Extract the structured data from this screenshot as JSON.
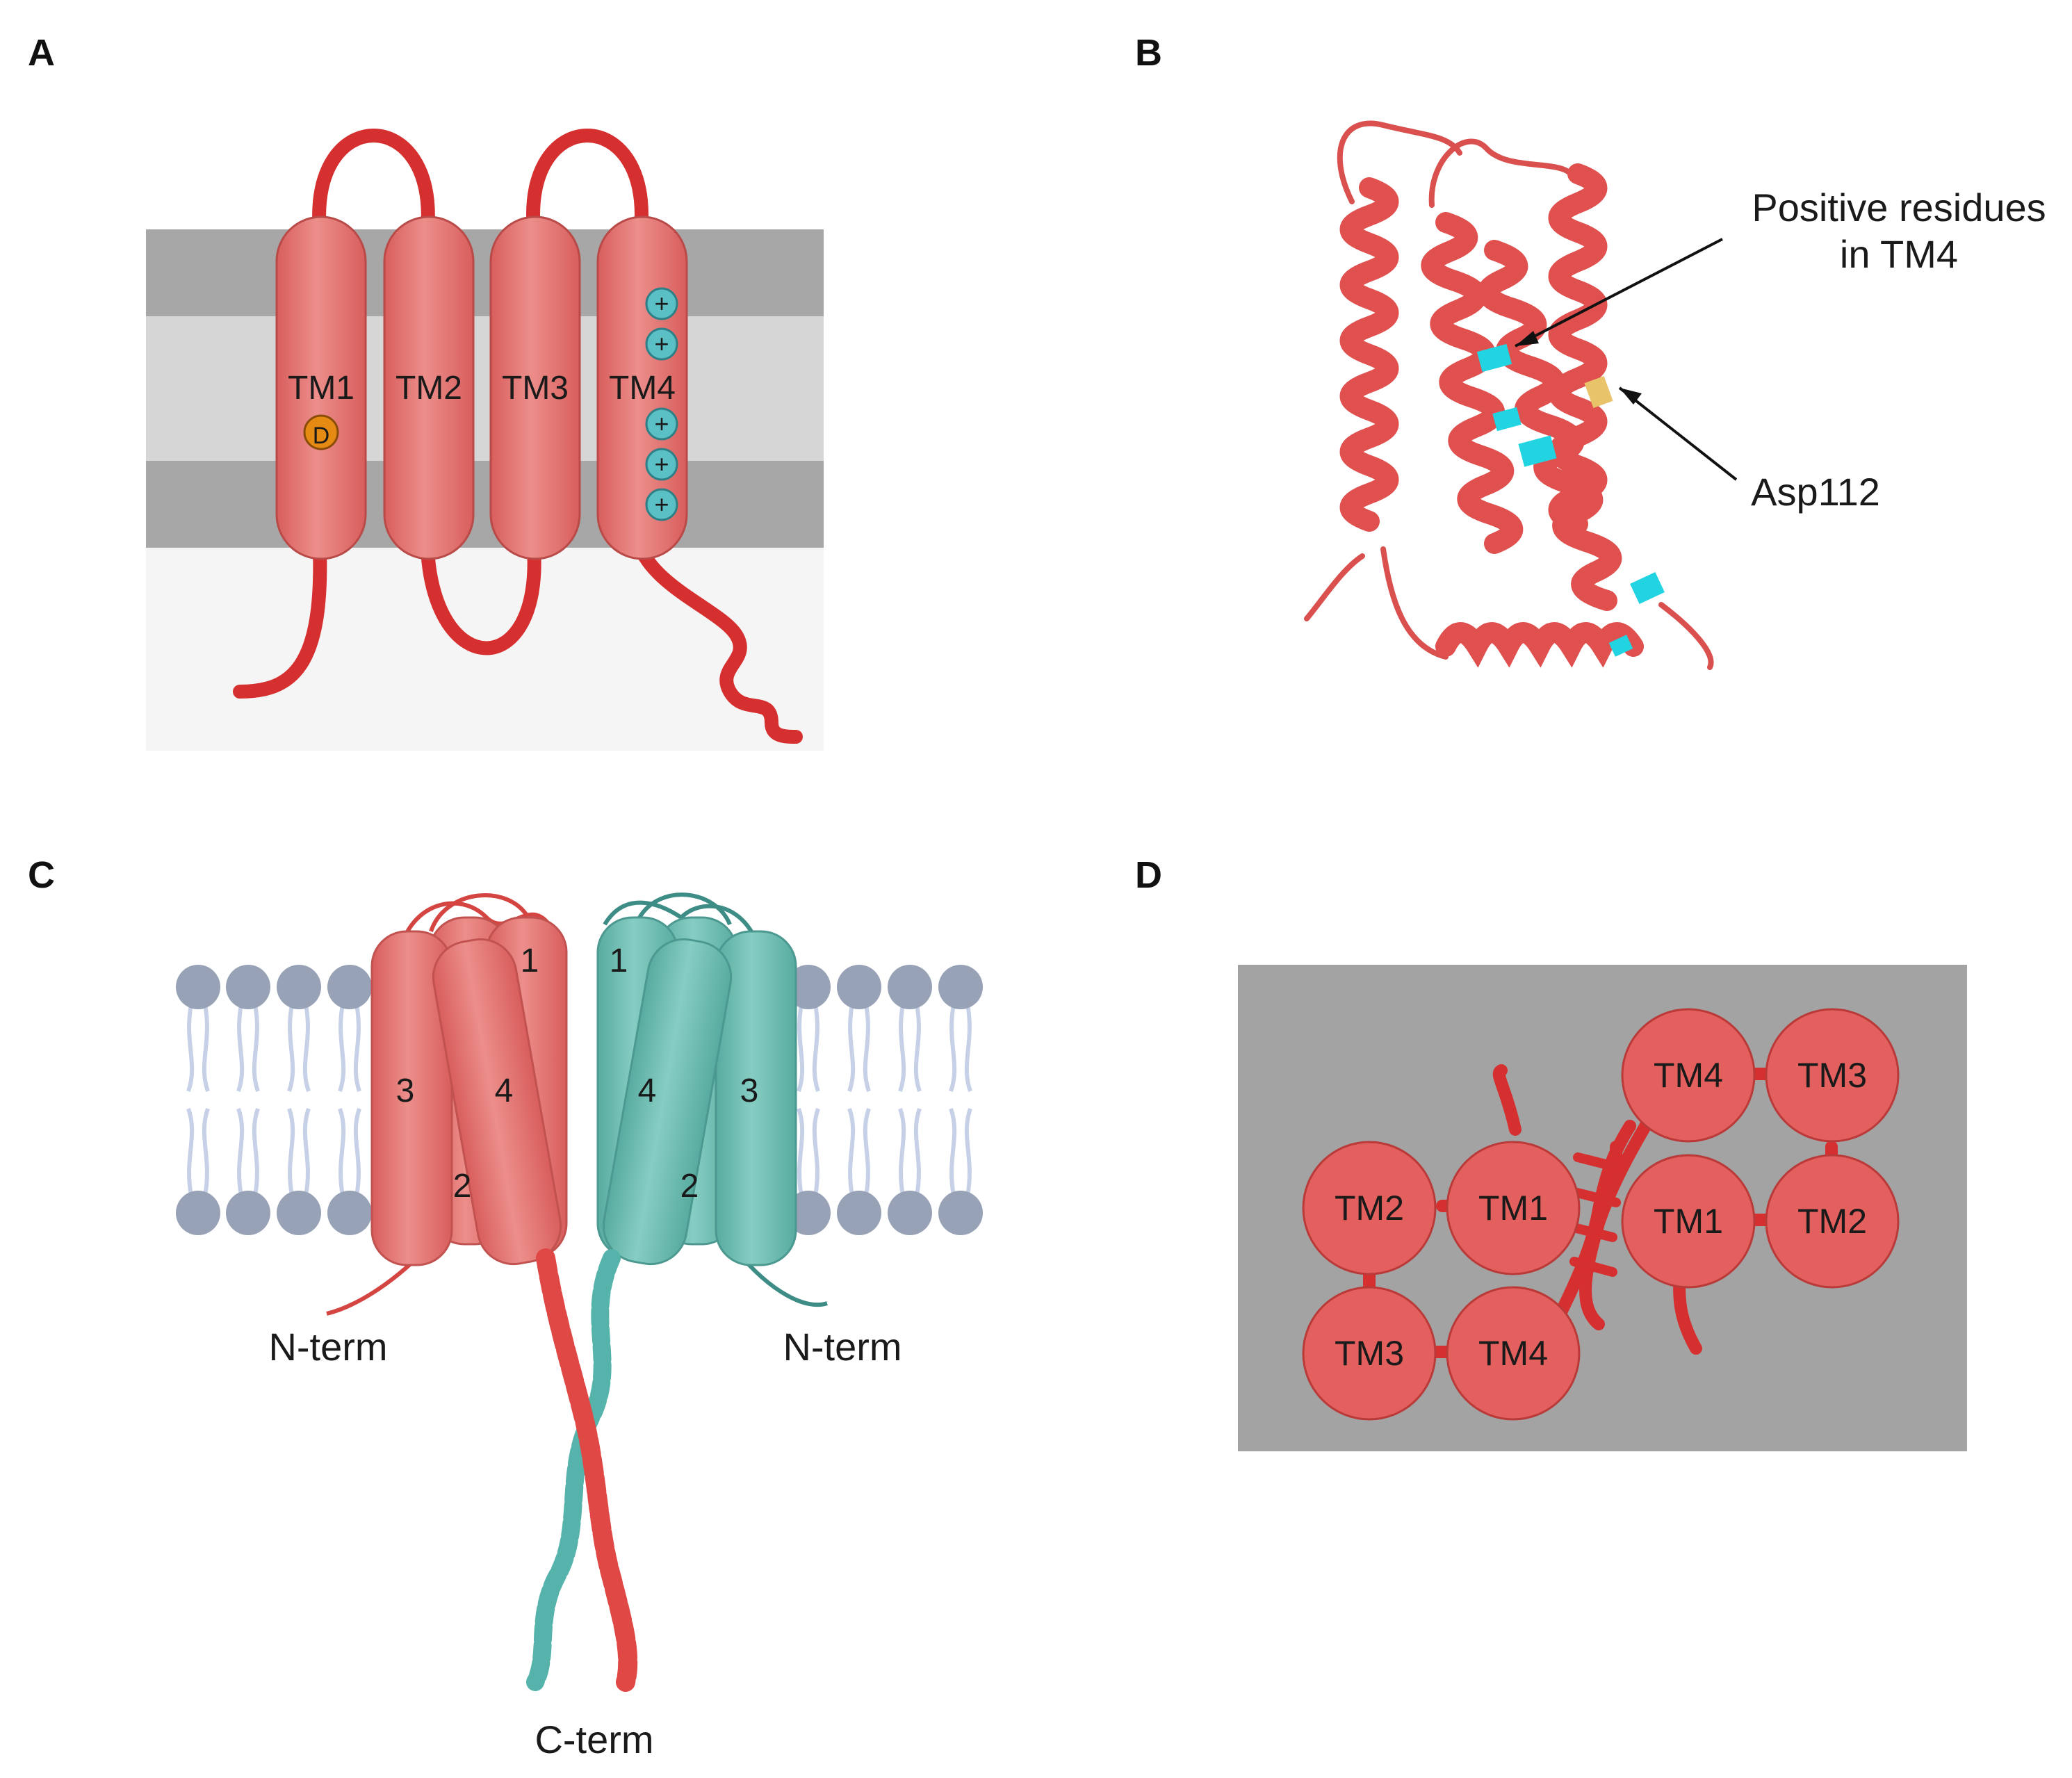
{
  "panels": {
    "a": {
      "letter": "A",
      "helices": [
        "TM1",
        "TM2",
        "TM3",
        "TM4"
      ],
      "aspartate_symbol": "D",
      "positive_symbol": "+",
      "colors": {
        "helix": "#e0706e",
        "loop": "#d62f2f",
        "membrane_dark": "#a7a7a7",
        "membrane_light": "#d6d6d6",
        "positive": "#5bbfc6",
        "aspartate": "#e58a12"
      }
    },
    "b": {
      "letter": "B",
      "annotation_positive_line1": "Positive residues",
      "annotation_positive_line2": "in TM4",
      "annotation_asp": "Asp112",
      "colors": {
        "ribbon": "#e0504e",
        "positive": "#22d4e2",
        "asp": "#e8c36a"
      }
    },
    "c": {
      "letter": "C",
      "left_numbers": [
        "1",
        "3",
        "4",
        "2"
      ],
      "right_numbers": [
        "1",
        "4",
        "3",
        "2"
      ],
      "n_term_left": "N-term",
      "n_term_right": "N-term",
      "c_term": "C-term",
      "colors": {
        "left_subunit": "#e2716f",
        "right_subunit": "#6dbdb4",
        "lipid_head": "#98a2b6",
        "lipid_tail": "#c6d0e6"
      }
    },
    "d": {
      "letter": "D",
      "left_helices": [
        "TM2",
        "TM1",
        "TM3",
        "TM4"
      ],
      "right_helices": [
        "TM4",
        "TM3",
        "TM1",
        "TM2"
      ],
      "colors": {
        "background": "#a3a3a3",
        "circle": "#e4605e",
        "link": "#d62f2f"
      }
    }
  }
}
